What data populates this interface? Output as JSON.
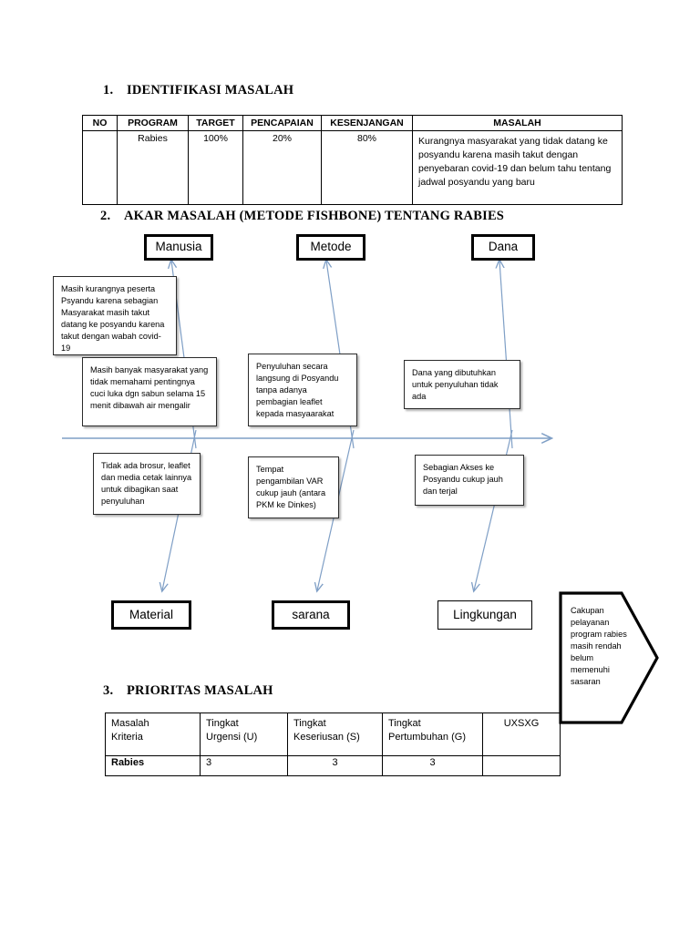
{
  "document": {
    "sections": [
      {
        "number": "1.",
        "title": "IDENTIFIKASI MASALAH"
      },
      {
        "number": "2.",
        "title": "AKAR MASALAH (METODE FISHBONE) TENTANG RABIES"
      },
      {
        "number": "3.",
        "title": "PRIORITAS MASALAH"
      }
    ]
  },
  "table_identifikasi": {
    "headers": [
      "NO",
      "PROGRAM",
      "TARGET",
      "PENCAPAIAN",
      "KESENJANGAN",
      "MASALAH"
    ],
    "rows": [
      {
        "no": "",
        "program": "Rabies",
        "target": "100%",
        "pencapaian": "20%",
        "kesenjangan": "80%",
        "masalah": "Kurangnya masyarakat yang tidak datang ke posyandu karena masih takut dengan penyebaran covid-19 dan belum tahu tentang jadwal posyandu yang baru"
      }
    ]
  },
  "fishbone": {
    "categories_top": [
      {
        "label": "Manusia"
      },
      {
        "label": "Metode"
      },
      {
        "label": "Dana"
      }
    ],
    "categories_bottom": [
      {
        "label": "Material"
      },
      {
        "label": "sarana"
      },
      {
        "label": "Lingkungan"
      }
    ],
    "causes": [
      {
        "id": "manusia-1",
        "text": "Masih kurangnya peserta Psyandu karena sebagian Masyarakat masih takut datang ke posyandu karena takut dengan  wabah covid-19"
      },
      {
        "id": "manusia-2",
        "text": "Masih banyak masyarakat yang tidak memahami pentingnya cuci luka dgn sabun selama 15 menit dibawah air mengalir"
      },
      {
        "id": "metode-1",
        "text": "Penyuluhan secara langsung di Posyandu tanpa adanya pembagian leaflet kepada masyaarakat"
      },
      {
        "id": "dana-1",
        "text": "Dana yang dibutuhkan untuk penyuluhan tidak ada"
      },
      {
        "id": "material-1",
        "text": "Tidak ada brosur, leaflet dan media cetak lainnya untuk dibagikan saat penyuluhan"
      },
      {
        "id": "sarana-1",
        "text": "Tempat pengambilan VAR cukup jauh (antara PKM ke Dinkes)"
      },
      {
        "id": "lingkungan-1",
        "text": "Sebagian Akses ke Posyandu cukup jauh dan terjal"
      }
    ],
    "effect": {
      "text": "Cakupan pelayanan program rabies masih rendah belum memenuhi sasaran"
    },
    "colors": {
      "spine": "#7F9FC6",
      "box_border": "#000000"
    }
  },
  "table_prioritas": {
    "headers": [
      "Masalah\nKriteria",
      "Tingkat\nUrgensi (U)",
      "Tingkat\nKeseriusan (S)",
      "Tingkat\nPertumbuhan (G)",
      "UXSXG"
    ],
    "header_masalah_line1": "Masalah",
    "header_masalah_line2": "Kriteria",
    "header_u_line1": "Tingkat",
    "header_u_line2": "Urgensi (U)",
    "header_s_line1": "Tingkat",
    "header_s_line2": "Keseriusan (S)",
    "header_g_line1": "Tingkat",
    "header_g_line2": "Pertumbuhan (G)",
    "header_uxsxg": "UXSXG",
    "rows": [
      {
        "masalah": "Rabies",
        "u": "3",
        "s": "3",
        "g": "3",
        "uxsxg": ""
      }
    ]
  }
}
